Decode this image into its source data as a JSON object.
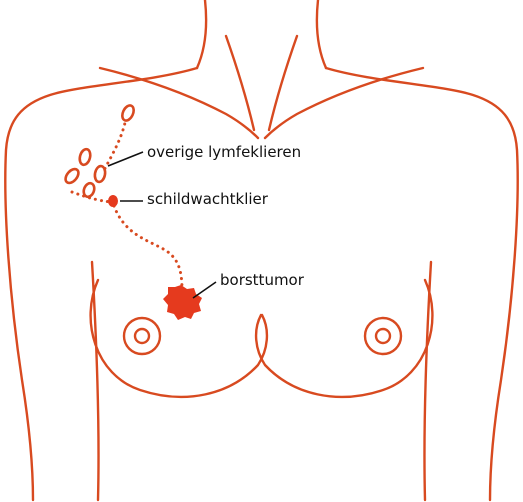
{
  "colors": {
    "outline": "#d84a20",
    "tumor": "#e53a1e",
    "text": "#111111"
  },
  "labels": {
    "other_lymph_nodes": "overige lymfeklieren",
    "sentinel_node": "schildwachtklier",
    "breast_tumor": "borsttumor"
  }
}
